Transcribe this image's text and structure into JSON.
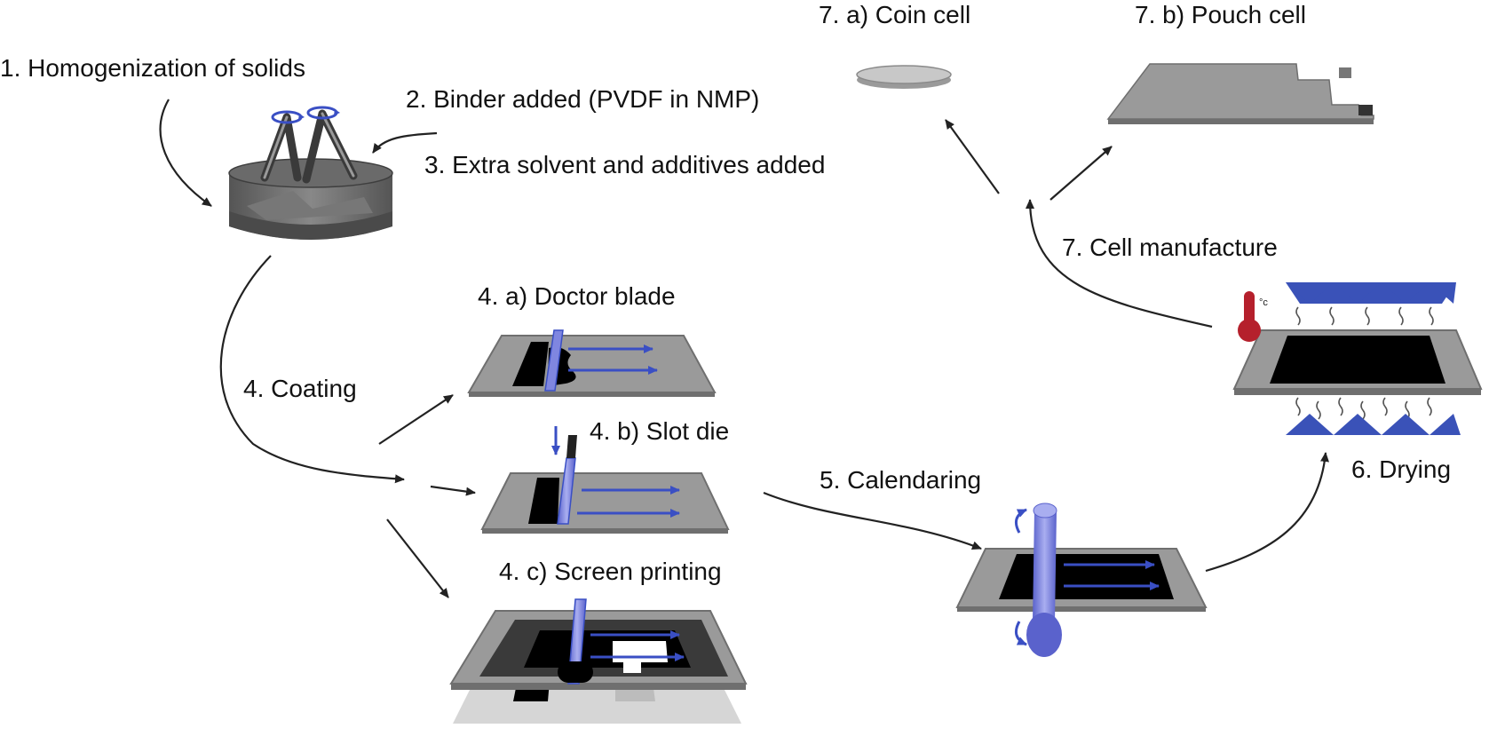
{
  "labels": {
    "step1": "1. Homogenization of solids",
    "step2": "2. Binder added (PVDF in NMP)",
    "step3": "3. Extra solvent and additives added",
    "step4": "4. Coating",
    "step4a": "4. a) Doctor blade",
    "step4b": "4. b) Slot die",
    "step4c": "4. c) Screen printing",
    "step5": "5. Calendaring",
    "step6": "6. Drying",
    "step7": "7. Cell manufacture",
    "step7a": "7. a) Coin cell",
    "step7b": "7. b) Pouch cell"
  },
  "thermometer_unit": "°c",
  "colors": {
    "text": "#111111",
    "arrow": "#222222",
    "plate_gray": "#9a9a9a",
    "plate_edge": "#6f6f6f",
    "coating_black": "#000000",
    "accent_blue": "#3a4fc4",
    "roller_blue": "#7f86e0",
    "heater_blue": "#3a52b8",
    "thermo_red": "#b5202c"
  },
  "icons": [
    "mixer-icon",
    "doctor-blade-icon",
    "slot-die-icon",
    "screen-printer-icon",
    "calender-roller-icon",
    "drying-oven-icon",
    "thermometer-icon",
    "coin-cell-icon",
    "pouch-cell-icon"
  ]
}
